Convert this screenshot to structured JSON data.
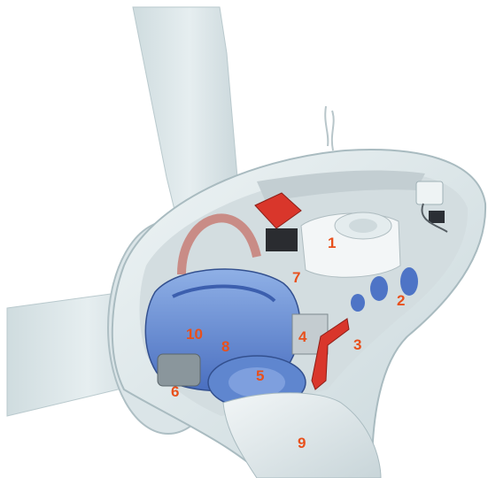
{
  "labels": {
    "l1": "1",
    "l2": "2",
    "l3": "3",
    "l4": "4",
    "l5": "5",
    "l6": "6",
    "l7": "7",
    "l8": "8",
    "l9": "9",
    "l10": "10"
  },
  "colors": {
    "callout_text": "#e8501c",
    "blade": "#dfe9ea",
    "blade_shadow": "#c2d2d6",
    "nacelle_shell": "#e6eef0",
    "nacelle_interior": "#d3dde0",
    "drivetrain_blue": "#5f86cf",
    "drivetrain_dark": "#3c5fae",
    "component_red": "#d9362b",
    "cable_pink": "#c98c86"
  }
}
